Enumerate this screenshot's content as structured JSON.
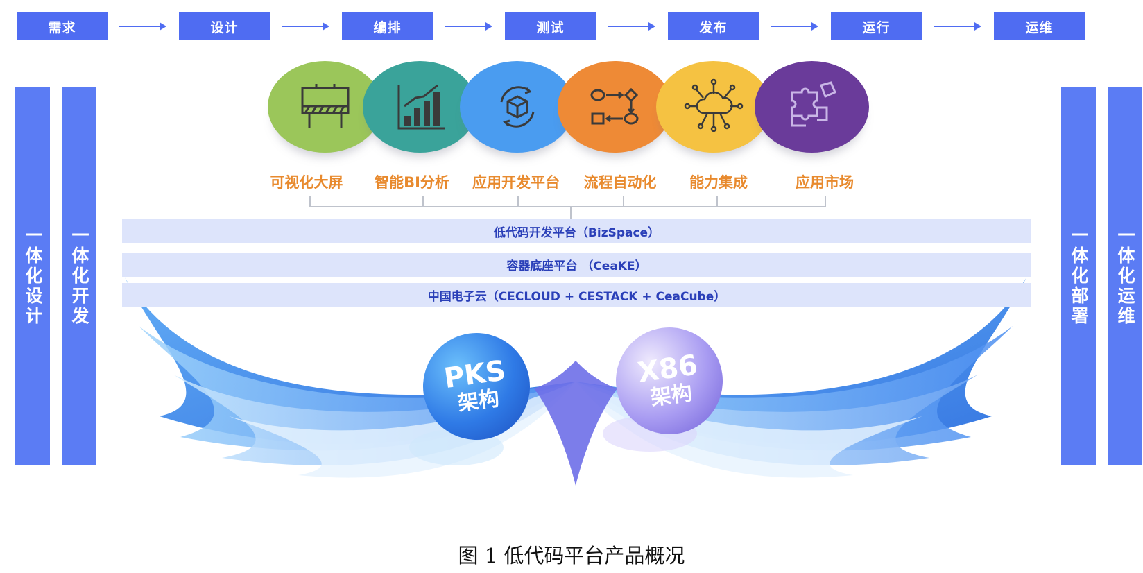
{
  "flow": {
    "steps": [
      "需求",
      "设计",
      "编排",
      "测试",
      "发布",
      "运行",
      "运维"
    ]
  },
  "pillars": {
    "left": [
      "一体化设计",
      "一体化开发"
    ],
    "right": [
      "一体化部署",
      "一体化运维"
    ]
  },
  "capabilities": [
    {
      "label": "可视化大屏",
      "icon": "billboard-icon",
      "color": "#9bc65a"
    },
    {
      "label": "智能BI分析",
      "icon": "bar-chart-icon",
      "color": "#3aa39a"
    },
    {
      "label": "应用开发平台",
      "icon": "box-cycle-icon",
      "color": "#4a9cf0"
    },
    {
      "label": "流程自动化",
      "icon": "flowchart-icon",
      "color": "#ee8a36"
    },
    {
      "label": "能力集成",
      "icon": "cloud-network-icon",
      "color": "#f5c242"
    },
    {
      "label": "应用市场",
      "icon": "puzzle-icon",
      "color": "#6a3b9a"
    }
  ],
  "layers": [
    "低代码开发平台（BizSpace）",
    "容器底座平台 （CeaKE）",
    "中国电子云（CECLOUD + CESTACK + CeaCube）"
  ],
  "architectures": [
    {
      "big": "PKS",
      "small": "架构"
    },
    {
      "big": "X86",
      "small": "架构"
    }
  ],
  "caption": "图 1 低代码平台产品概况",
  "colors": {
    "primary": "#4f6cf2",
    "pillar": "#5b7cf4",
    "layer_bg": "#dde4fb",
    "label_orange": "#e88a2e"
  }
}
